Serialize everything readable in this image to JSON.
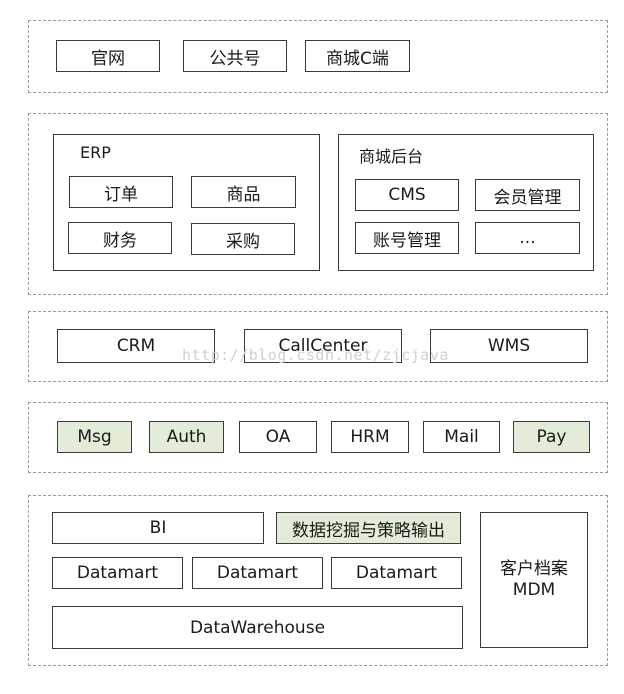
{
  "layer_channels": {
    "items": [
      "官网",
      "公共号",
      "商城C端"
    ]
  },
  "layer_apps": {
    "erp": {
      "title": "ERP",
      "items": [
        "订单",
        "商品",
        "财务",
        "采购"
      ]
    },
    "mall_backend": {
      "title": "商城后台",
      "items": [
        "CMS",
        "会员管理",
        "账号管理",
        "..."
      ]
    }
  },
  "layer_business": {
    "items": [
      "CRM",
      "CallCenter",
      "WMS"
    ]
  },
  "layer_services": {
    "items": [
      "Msg",
      "Auth",
      "OA",
      "HRM",
      "Mail",
      "Pay"
    ]
  },
  "layer_data": {
    "bi": "BI",
    "mining": "数据挖掘与策略输出",
    "datamarts": [
      "Datamart",
      "Datamart",
      "Datamart"
    ],
    "warehouse": "DataWarehouse",
    "mdm_line1": "客户档案",
    "mdm_line2": "MDM"
  },
  "watermark": "http://blog.csdn.net/zjcjava",
  "colors": {
    "highlight": "#e2ecd9",
    "border": "#3a3a3a",
    "dashed": "#9a9a9a"
  }
}
